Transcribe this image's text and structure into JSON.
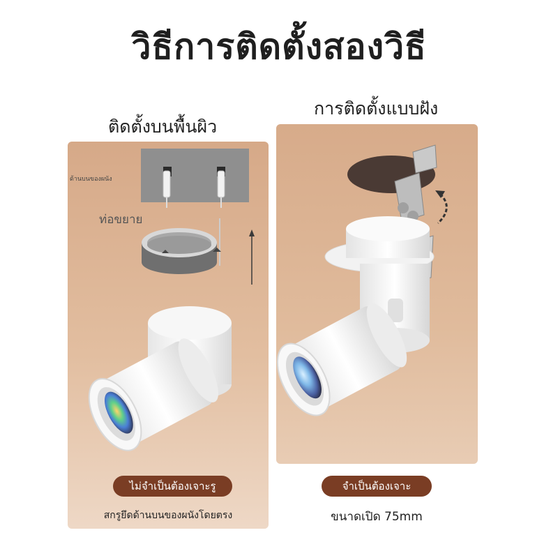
{
  "title": "วิธีการติดตั้งสองวิธี",
  "surface_mount": {
    "heading": "ติดตั้งบนพื้นผิว",
    "wall_label": "ด้านบนของผนัง",
    "anchor_label": "ท่อขยาย",
    "badge": "ไม่จำเป็นต้องเจาะรู",
    "note": "สกรูยึดด้านบนของผนังโดยตรง"
  },
  "recessed_mount": {
    "heading": "การติดตั้งแบบฝัง",
    "badge": "จำเป็นต้องเจาะ",
    "note": "ขนาดเปิด 75mm"
  },
  "colors": {
    "badge_background": "#7a3d24",
    "panel_tan": "#dcb393",
    "wall_gray": "#8f8f8f",
    "fixture_white": "#f4f4f4"
  }
}
